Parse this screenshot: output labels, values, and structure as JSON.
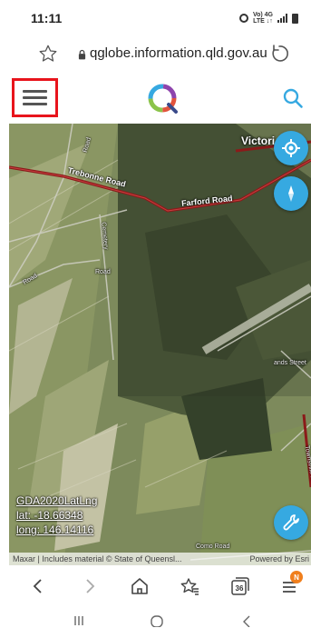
{
  "status_bar": {
    "time": "11:11",
    "net_top": "Vo) 4G",
    "net_bottom": "LTE ↓↑"
  },
  "address_bar": {
    "url": "qglobe.information.qld.gov.au"
  },
  "app_header": {
    "menu_icon": "hamburger-menu-icon",
    "logo_icon": "qglobe-logo-icon",
    "search_icon": "search-icon",
    "accent_color": "#36a9e1",
    "highlight_color": "#e8141c"
  },
  "map": {
    "labels": {
      "victoria": "Victori",
      "trebonne_road": "Trebonne Road",
      "farford_road": "Farford Road",
      "road": "Road",
      "road2": "Road",
      "road3": "Road",
      "cemetery": "Cemetery",
      "ands_street": "ands Street",
      "townsville_rd": "Townsville R",
      "como_road": "Como Road"
    },
    "coords": {
      "datum": "GDA2020LatLng",
      "lat": "lat: -18.66348",
      "long": "long: 146.14116"
    },
    "attribution_left": "Maxar | Includes material © State of Queensl...",
    "attribution_right": "Powered by Esri",
    "buttons": [
      "locate-icon",
      "compass-icon",
      "measure-tool-icon"
    ]
  },
  "browser_toolbar": {
    "tabs_count": "36",
    "notification_badge": "N",
    "badge_color": "#f07f1d"
  }
}
